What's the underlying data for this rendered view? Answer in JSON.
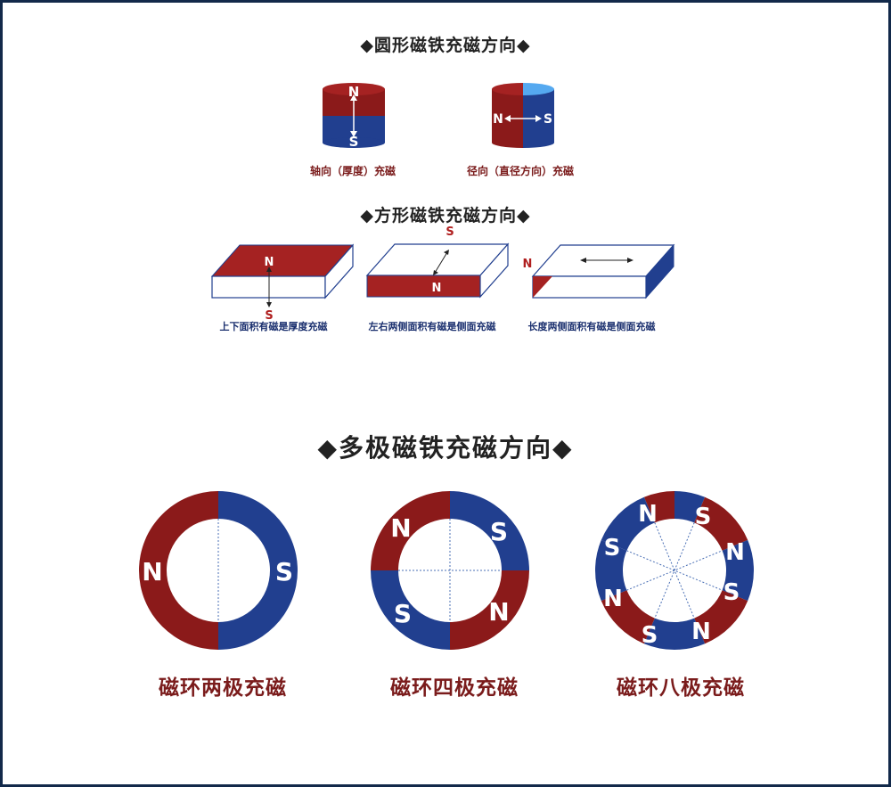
{
  "sections": {
    "round": {
      "title": "◆圆形磁铁充磁方向◆",
      "axial_caption": "轴向（厚度）充磁",
      "radial_caption": "径向（直径方向）充磁"
    },
    "square": {
      "title": "◆方形磁铁充磁方向◆",
      "thickness_caption": "上下面积有磁是厚度充磁",
      "side_caption": "左右两侧面积有磁是侧面充磁",
      "length_caption": "长度两侧面积有磁是侧面充磁"
    },
    "multipole": {
      "title": "◆多极磁铁充磁方向◆",
      "two_pole_label": "磁环两极充磁",
      "four_pole_label": "磁环四极充磁",
      "eight_pole_label": "磁环八极充磁"
    }
  },
  "poles": {
    "north": "N",
    "south": "S"
  },
  "colors": {
    "north_red": "#8b1a1a",
    "south_blue": "#213f8f",
    "caption_red": "#7a1b1b",
    "caption_navy": "#1a2f6e",
    "frame": "#12294a"
  },
  "icons": [
    "diamond-bullet-icon",
    "double-arrow-icon"
  ]
}
